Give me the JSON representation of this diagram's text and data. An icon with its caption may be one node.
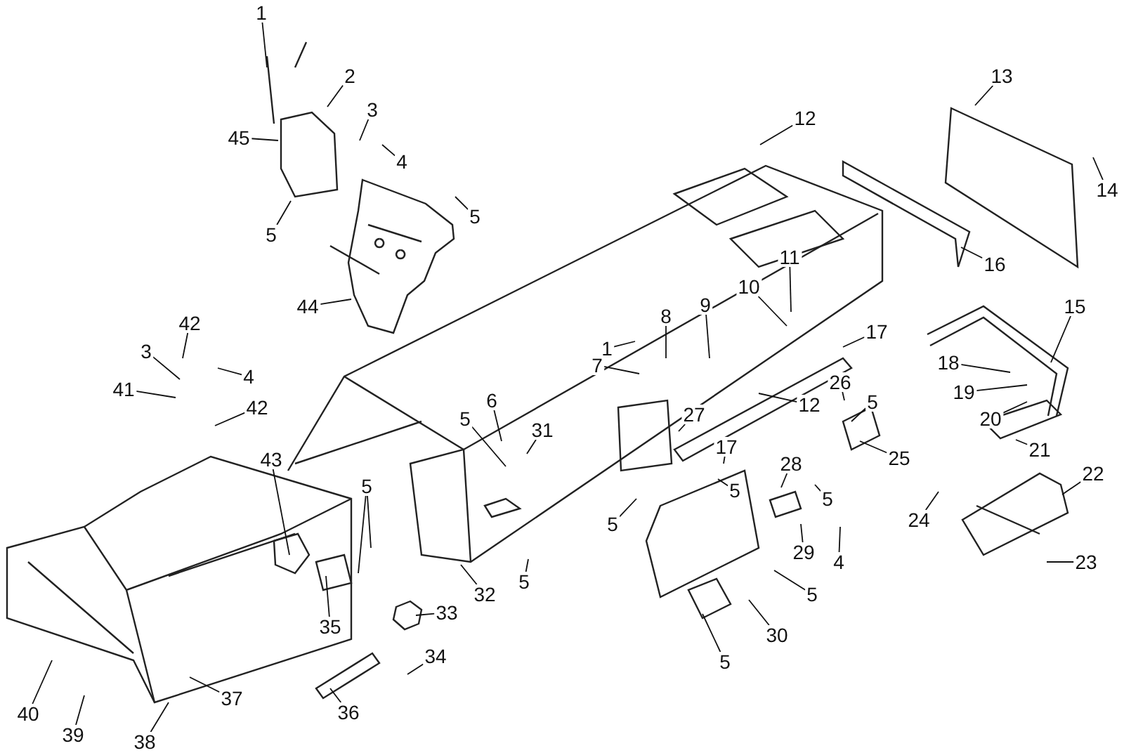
{
  "diagram": {
    "nodes": [
      {
        "text": [
          "1"
        ]
      },
      {
        "text": [
          "2"
        ]
      },
      {
        "text": [
          "3"
        ]
      },
      {
        "text": [
          "4"
        ]
      },
      {
        "text": [
          "45"
        ]
      },
      {
        "text": [
          "5"
        ]
      },
      {
        "text": [
          "5"
        ]
      },
      {
        "text": [
          "44"
        ]
      },
      {
        "text": [
          "12"
        ]
      },
      {
        "text": [
          "13"
        ]
      },
      {
        "text": [
          "14"
        ]
      },
      {
        "text": [
          "16"
        ]
      },
      {
        "text": [
          "11"
        ]
      },
      {
        "text": [
          "10"
        ]
      },
      {
        "text": [
          "15"
        ]
      },
      {
        "text": [
          "17"
        ]
      },
      {
        "text": [
          "42"
        ]
      },
      {
        "text": [
          "1"
        ]
      },
      {
        "text": [
          "8"
        ]
      },
      {
        "text": [
          "9"
        ]
      },
      {
        "text": [
          "3"
        ]
      },
      {
        "text": [
          "4"
        ]
      },
      {
        "text": [
          "7"
        ]
      },
      {
        "text": [
          "18"
        ]
      },
      {
        "text": [
          "26"
        ]
      },
      {
        "text": [
          "41"
        ]
      },
      {
        "text": [
          "19"
        ]
      },
      {
        "text": [
          "12"
        ]
      },
      {
        "text": [
          "5"
        ]
      },
      {
        "text": [
          "42"
        ]
      },
      {
        "text": [
          "5"
        ]
      },
      {
        "text": [
          "6"
        ]
      },
      {
        "text": [
          "27"
        ]
      },
      {
        "text": [
          "20"
        ]
      },
      {
        "text": [
          "31"
        ]
      },
      {
        "text": [
          "17"
        ]
      },
      {
        "text": [
          "21"
        ]
      },
      {
        "text": [
          "25"
        ]
      },
      {
        "text": [
          "43"
        ]
      },
      {
        "text": [
          "28"
        ]
      },
      {
        "text": [
          "22"
        ]
      },
      {
        "text": [
          "5"
        ]
      },
      {
        "text": [
          "5"
        ]
      },
      {
        "text": [
          "5"
        ]
      },
      {
        "text": [
          "24"
        ]
      },
      {
        "text": [
          "5"
        ]
      },
      {
        "text": [
          "29"
        ]
      },
      {
        "text": [
          "4"
        ]
      },
      {
        "text": [
          "23"
        ]
      },
      {
        "text": [
          "5"
        ]
      },
      {
        "text": [
          "32"
        ]
      },
      {
        "text": [
          "5"
        ]
      },
      {
        "text": [
          "33"
        ]
      },
      {
        "text": [
          "35"
        ]
      },
      {
        "text": [
          "30"
        ]
      },
      {
        "text": [
          "34"
        ]
      },
      {
        "text": [
          "5"
        ]
      },
      {
        "text": [
          "37"
        ]
      },
      {
        "text": [
          "36"
        ]
      },
      {
        "text": [
          "40"
        ]
      },
      {
        "text": [
          "39"
        ]
      },
      {
        "text": [
          "38"
        ]
      }
    ],
    "edges": [
      {
        "from": 0,
        "to": null,
        "arrow": "none"
      },
      {
        "from": 1,
        "to": null,
        "arrow": "none"
      },
      {
        "from": 2,
        "to": null,
        "arrow": "none"
      },
      {
        "from": 3,
        "to": null,
        "arrow": "none"
      },
      {
        "from": 4,
        "to": null,
        "arrow": "none"
      },
      {
        "from": 5,
        "to": null,
        "arrow": "none"
      },
      {
        "from": 6,
        "to": null,
        "arrow": "none"
      },
      {
        "from": 7,
        "to": null,
        "arrow": "none"
      },
      {
        "from": 8,
        "to": null,
        "arrow": "none"
      },
      {
        "from": 9,
        "to": null,
        "arrow": "none"
      },
      {
        "from": 10,
        "to": null,
        "arrow": "none"
      },
      {
        "from": 11,
        "to": null,
        "arrow": "none"
      },
      {
        "from": 12,
        "to": null,
        "arrow": "none"
      },
      {
        "from": 13,
        "to": null,
        "arrow": "none"
      },
      {
        "from": 14,
        "to": null,
        "arrow": "none"
      },
      {
        "from": 15,
        "to": null,
        "arrow": "none"
      },
      {
        "from": 16,
        "to": null,
        "arrow": "none"
      },
      {
        "from": 17,
        "to": null,
        "arrow": "none"
      },
      {
        "from": 18,
        "to": null,
        "arrow": "none"
      },
      {
        "from": 19,
        "to": null,
        "arrow": "none"
      },
      {
        "from": 20,
        "to": null,
        "arrow": "none"
      },
      {
        "from": 21,
        "to": null,
        "arrow": "none"
      },
      {
        "from": 22,
        "to": null,
        "arrow": "none"
      },
      {
        "from": 23,
        "to": null,
        "arrow": "none"
      },
      {
        "from": 24,
        "to": null,
        "arrow": "none"
      },
      {
        "from": 25,
        "to": null,
        "arrow": "none"
      },
      {
        "from": 26,
        "to": null,
        "arrow": "none"
      },
      {
        "from": 27,
        "to": null,
        "arrow": "none"
      },
      {
        "from": 28,
        "to": null,
        "arrow": "none"
      },
      {
        "from": 29,
        "to": null,
        "arrow": "none"
      },
      {
        "from": 30,
        "to": null,
        "arrow": "none"
      },
      {
        "from": 31,
        "to": null,
        "arrow": "none"
      },
      {
        "from": 32,
        "to": null,
        "arrow": "none"
      },
      {
        "from": 33,
        "to": null,
        "arrow": "none"
      },
      {
        "from": 34,
        "to": null,
        "arrow": "none"
      },
      {
        "from": 35,
        "to": null,
        "arrow": "none"
      },
      {
        "from": 36,
        "to": null,
        "arrow": "none"
      },
      {
        "from": 37,
        "to": null,
        "arrow": "none"
      },
      {
        "from": 38,
        "to": null,
        "arrow": "none"
      },
      {
        "from": 39,
        "to": null,
        "arrow": "none"
      },
      {
        "from": 40,
        "to": null,
        "arrow": "none"
      },
      {
        "from": 41,
        "to": null,
        "arrow": "none"
      },
      {
        "from": 42,
        "to": null,
        "arrow": "none"
      },
      {
        "from": 42,
        "to": null,
        "arrow": "none"
      },
      {
        "from": 43,
        "to": null,
        "arrow": "none"
      },
      {
        "from": 44,
        "to": null,
        "arrow": "none"
      },
      {
        "from": 45,
        "to": null,
        "arrow": "none"
      },
      {
        "from": 46,
        "to": null,
        "arrow": "none"
      },
      {
        "from": 47,
        "to": null,
        "arrow": "none"
      },
      {
        "from": 48,
        "to": null,
        "arrow": "none"
      },
      {
        "from": 49,
        "to": null,
        "arrow": "none"
      },
      {
        "from": 50,
        "to": null,
        "arrow": "none"
      },
      {
        "from": 51,
        "to": null,
        "arrow": "none"
      },
      {
        "from": 52,
        "to": null,
        "arrow": "none"
      },
      {
        "from": 53,
        "to": null,
        "arrow": "none"
      },
      {
        "from": 54,
        "to": null,
        "arrow": "none"
      },
      {
        "from": 55,
        "to": null,
        "arrow": "none"
      },
      {
        "from": 56,
        "to": null,
        "arrow": "none"
      },
      {
        "from": 57,
        "to": null,
        "arrow": "none"
      },
      {
        "from": 58,
        "to": null,
        "arrow": "none"
      },
      {
        "from": 59,
        "to": null,
        "arrow": "none"
      },
      {
        "from": 60,
        "to": null,
        "arrow": "none"
      },
      {
        "from": 61,
        "to": null,
        "arrow": "none"
      }
    ]
  }
}
